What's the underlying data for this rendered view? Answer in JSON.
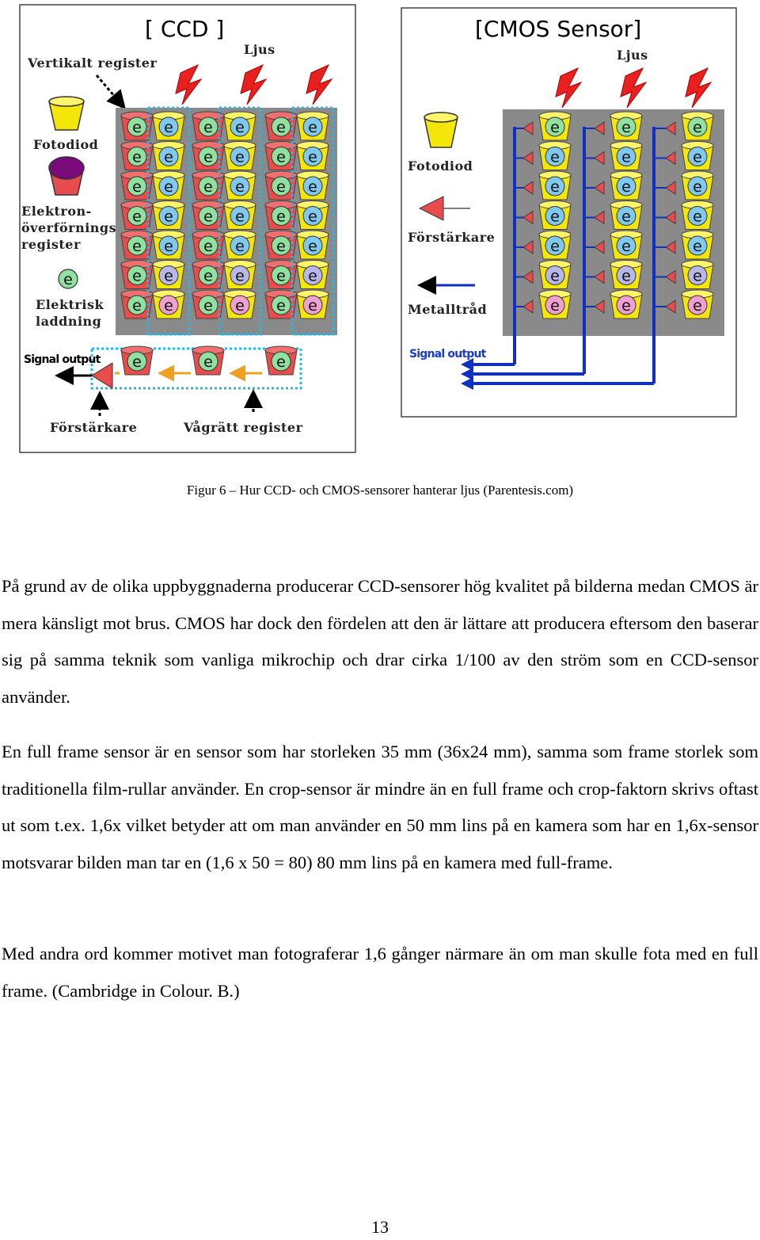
{
  "figure": {
    "ccd": {
      "title": "[ CCD ]",
      "labels": {
        "vertical_register": "Vertikalt register",
        "light": "Ljus",
        "photodiode": "Fotodiod",
        "transfer_register": [
          "Elektron-",
          "överförnings",
          "register"
        ],
        "charge": [
          "Elektrisk",
          "laddning"
        ],
        "signal_output": "Signal output",
        "amplifier": "Förstärkare",
        "horizontal_register": "Vågrätt register"
      }
    },
    "cmos": {
      "title": "[CMOS Sensor]",
      "labels": {
        "light": "Ljus",
        "photodiode": "Fotodiod",
        "amplifier": "Förstärkare",
        "wire": "Metalltråd",
        "signal_output": "Signal output"
      }
    },
    "electron_symbol": "e"
  },
  "caption": "Figur 6 – Hur CCD- och CMOS-sensorer hanterar ljus (Parentesis.com)",
  "paragraphs": [
    "På grund av de olika uppbyggnaderna producerar CCD-sensorer hög kvalitet på bilderna medan CMOS är mera känsligt mot brus. CMOS har dock den fördelen att den är lättare att producera eftersom den baserar sig på samma teknik som vanliga mikrochip och drar cirka 1/100 av den ström som en CCD-sensor använder.",
    "En full frame sensor är en sensor som har storleken 35 mm (36x24 mm), samma som frame storlek som traditionella film-rullar använder. En crop-sensor är mindre än en full frame och crop-faktorn skrivs oftast ut som t.ex. 1,6x vilket betyder att om man använder en 50 mm lins på en kamera som har en 1,6x-sensor motsvarar bilden man tar en (1,6 x 50 = 80) 80 mm lins på en kamera med full-frame.",
    "Med andra ord kommer motivet man fotograferar 1,6 gånger närmare än om man skulle fota med en full frame. (Cambridge in Colour. B.)"
  ],
  "page_number": "13"
}
